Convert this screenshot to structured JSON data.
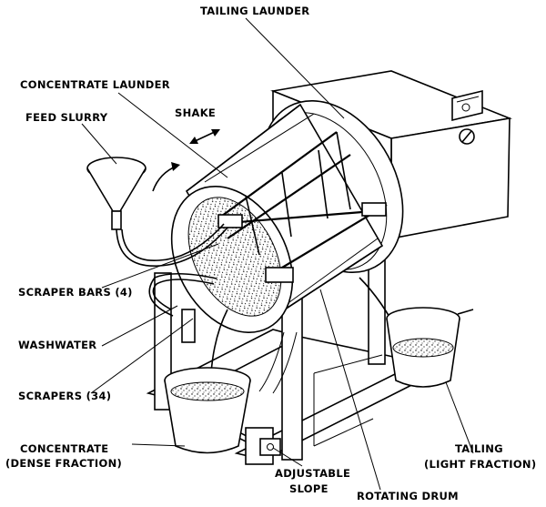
{
  "labels": {
    "tailing_launder": "TAILING LAUNDER",
    "concentrate_launder": "CONCENTRATE LAUNDER",
    "feed_slurry": "FEED SLURRY",
    "shake": "SHAKE",
    "scraper_bars": "SCRAPER BARS (4)",
    "washwater": "WASHWATER",
    "scrapers": "SCRAPERS (34)",
    "concentrate_line1": "CONCENTRATE",
    "concentrate_line2": "(DENSE FRACTION)",
    "adjustable_line1": "ADJUSTABLE",
    "adjustable_line2": "SLOPE",
    "rotating_drum": "ROTATING DRUM",
    "tailing_line1": "TAILING",
    "tailing_line2": "(LIGHT FRACTION)"
  }
}
